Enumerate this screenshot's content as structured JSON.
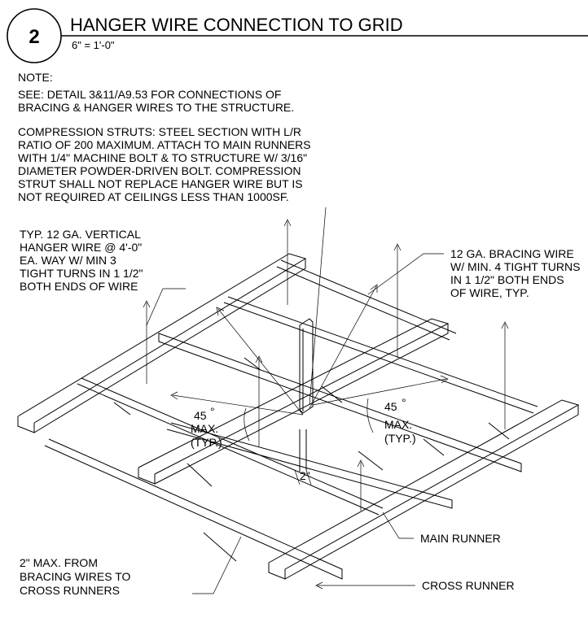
{
  "detail": {
    "number": "2",
    "title": "HANGER WIRE CONNECTION TO GRID",
    "scale": "6\" = 1'-0\""
  },
  "notes": {
    "heading": "NOTE:",
    "note1": [
      "SEE: DETAIL 3&11/A9.53 FOR CONNECTIONS OF",
      "BRACING & HANGER WIRES TO THE STRUCTURE."
    ],
    "note2": [
      "COMPRESSION STRUTS: STEEL SECTION WITH L/R",
      "RATIO OF 200 MAXIMUM. ATTACH TO MAIN RUNNERS",
      "WITH 1/4\" MACHINE BOLT & TO STRUCTURE W/ 3/16\"",
      "DIAMETER POWDER-DRIVEN BOLT. COMPRESSION",
      "STRUT SHALL NOT REPLACE HANGER WIRE BUT IS",
      "NOT REQUIRED AT CEILINGS LESS THAN 1000SF."
    ]
  },
  "callouts": {
    "hanger_wire": [
      "TYP. 12 GA. VERTICAL",
      "HANGER WIRE @ 4'-0\"",
      "EA. WAY W/ MIN 3",
      "TIGHT TURNS IN 1 1/2\"",
      "BOTH ENDS OF WIRE"
    ],
    "bracing_wire": [
      "12 GA. BRACING WIRE",
      "W/ MIN. 4 TIGHT TURNS",
      "IN 1 1/2\" BOTH ENDS",
      "OF WIRE, TYP."
    ],
    "angle_left": {
      "value": "45",
      "degree": "°",
      "max": "MAX.",
      "typ": "(TYP.)"
    },
    "angle_right": {
      "value": "45",
      "degree": "°",
      "max": "MAX.",
      "typ": "(TYP.)"
    },
    "offset_dim": "2\"",
    "main_runner": "MAIN RUNNER",
    "cross_runner": "CROSS RUNNER",
    "bracing_offset": [
      "2\" MAX. FROM",
      "BRACING WIRES TO",
      "CROSS RUNNERS"
    ]
  }
}
